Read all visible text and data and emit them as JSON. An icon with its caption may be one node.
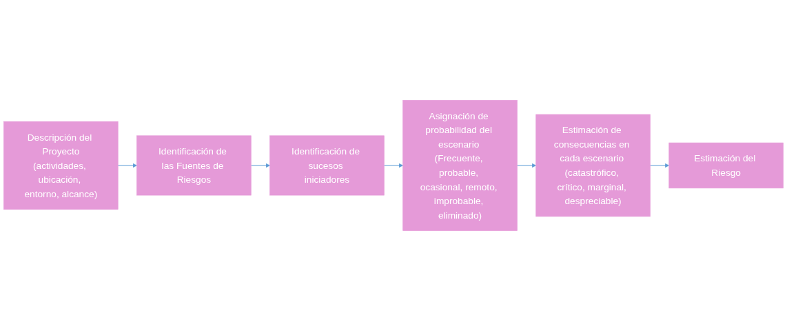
{
  "diagram": {
    "nodes": [
      {
        "text": [
          "Descripción del Proyecto",
          "(actividades, ubicación, entorno, alcance)"
        ]
      },
      {
        "text": [
          "Identificación de las Fuentes de Riesgos"
        ]
      },
      {
        "text": [
          "Identificación de sucesos iniciadores"
        ]
      },
      {
        "text": [
          "Asignación de probabilidad del escenario (Frecuente, probable, ocasional, remoto, improbable, eliminado)"
        ]
      },
      {
        "text": [
          "Estimación de consecuencias en cada escenario (catastrófico, crítico, marginal, despreciable)"
        ]
      },
      {
        "text": [
          "Estimación del Riesgo"
        ]
      }
    ],
    "edges": [
      {
        "from": 0,
        "to": 1,
        "arrow": "to"
      },
      {
        "from": 1,
        "to": 2,
        "arrow": "to"
      },
      {
        "from": 2,
        "to": 3,
        "arrow": "to"
      },
      {
        "from": 3,
        "to": 4,
        "arrow": "to"
      },
      {
        "from": 4,
        "to": 5,
        "arrow": "to"
      }
    ]
  }
}
